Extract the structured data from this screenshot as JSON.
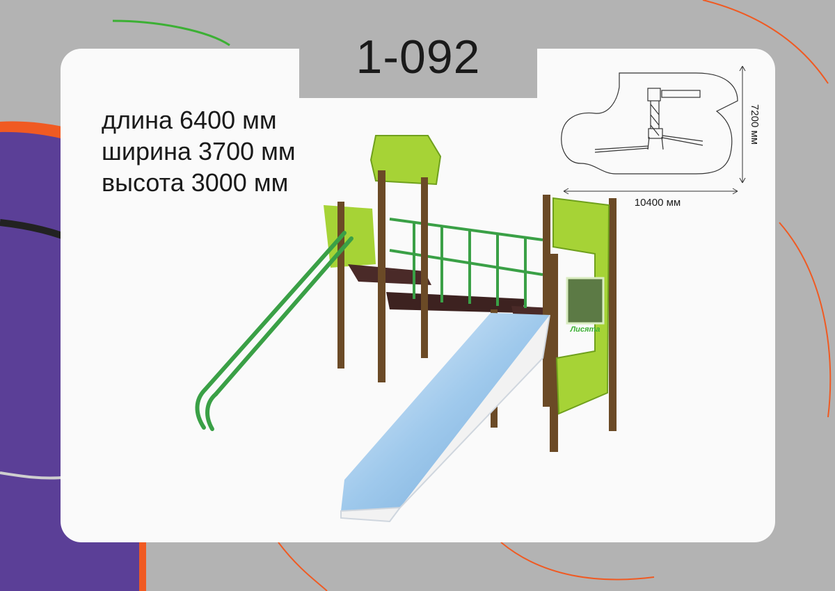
{
  "product": {
    "code": "1-092"
  },
  "dimensions": [
    {
      "label": "длина 6400 мм"
    },
    {
      "label": "ширина 3700 мм"
    },
    {
      "label": "высота 3000 мм"
    }
  ],
  "plan": {
    "depth_label": "7200 мм",
    "width_label": "10400 мм"
  },
  "colors": {
    "background": "#b3b3b3",
    "card": "#fafafa",
    "accent_orange": "#f05a22",
    "accent_purple": "#5b3f97",
    "accent_green": "#3cb034",
    "lime": "#a6d336",
    "wood": "#6b4a26"
  },
  "illustration": {
    "subject": "playground-climbing-frame-with-slide",
    "sign_text": "Лисята"
  }
}
